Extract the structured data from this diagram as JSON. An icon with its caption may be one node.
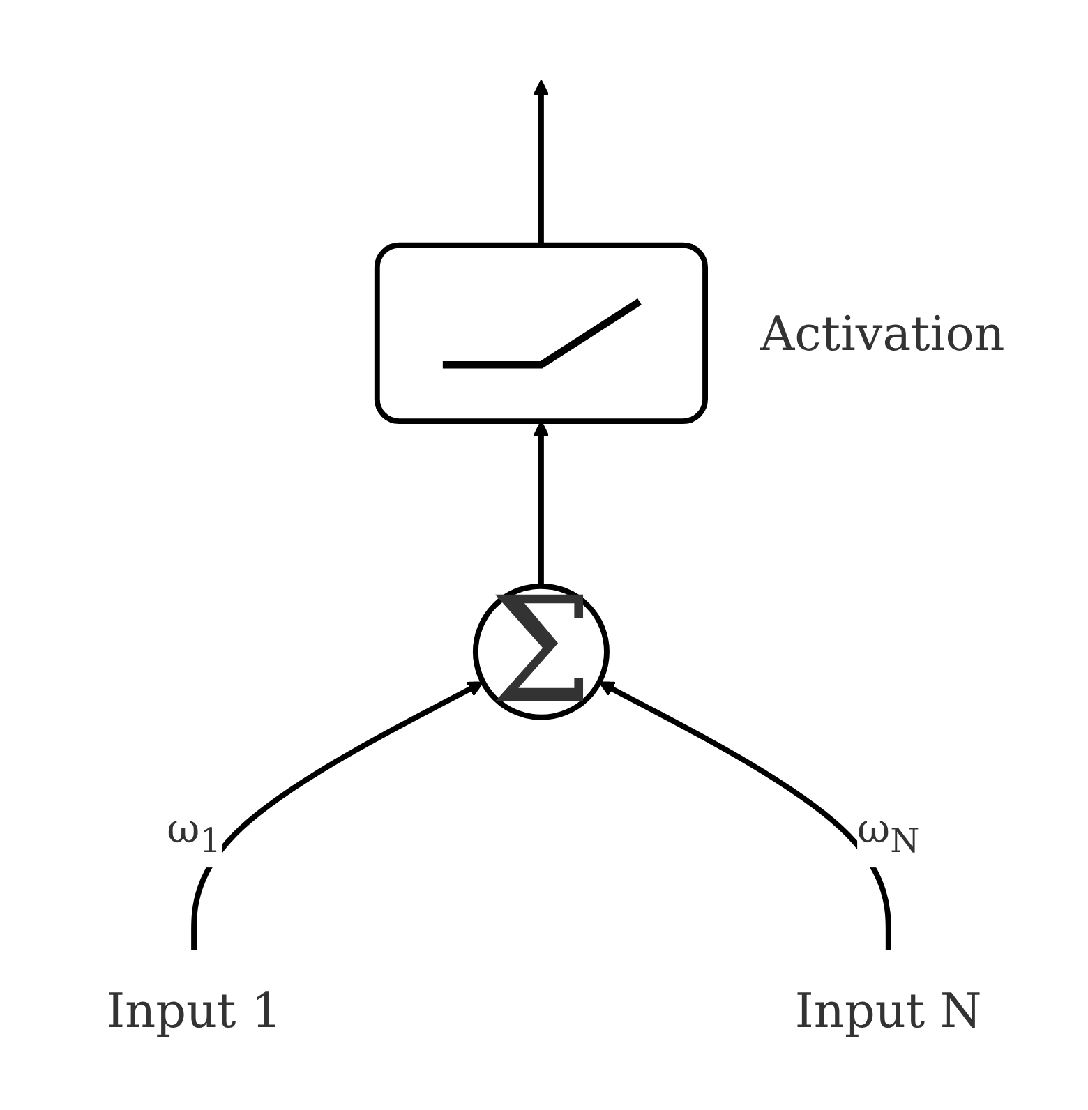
{
  "diagram": {
    "nodes": [
      {
        "text": [],
        "shape": "box",
        "beside": [
          "Activation"
        ]
      },
      {
        "text": [
          "Σ"
        ]
      },
      {
        "text": [
          "Input 1"
        ]
      },
      {
        "text": [
          "Input N"
        ]
      }
    ],
    "edges": [
      {
        "from": 2,
        "to": 1,
        "arrow": "to",
        "label": "ω$_{1}$"
      },
      {
        "from": 3,
        "to": 1,
        "arrow": "to",
        "label": "ω$_{N}$"
      },
      {
        "from": 1,
        "to": 0,
        "arrow": "to"
      },
      {
        "from": 0,
        "to": null,
        "arrow": "to"
      }
    ]
  }
}
